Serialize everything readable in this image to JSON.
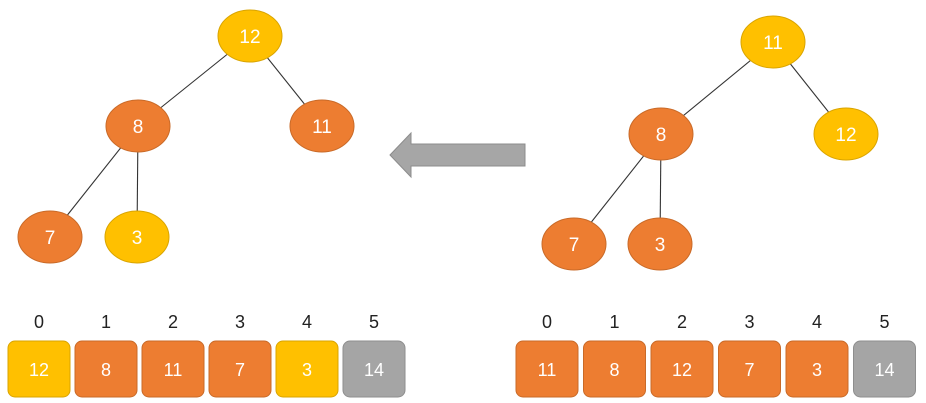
{
  "colors": {
    "orange": "#ED7D31",
    "yellow": "#FFC000",
    "gray": "#A5A5A5",
    "edge": "#333333",
    "arrow": "#A6A6A6"
  },
  "arrow": {
    "direction": "left"
  },
  "diagrams": [
    {
      "side": "left",
      "nodes": [
        {
          "label": "12",
          "color": "yellow"
        },
        {
          "label": "8",
          "color": "orange"
        },
        {
          "label": "11",
          "color": "orange"
        },
        {
          "label": "7",
          "color": "orange"
        },
        {
          "label": "3",
          "color": "yellow"
        }
      ],
      "array": [
        {
          "index": "0",
          "value": "12",
          "color": "yellow"
        },
        {
          "index": "1",
          "value": "8",
          "color": "orange"
        },
        {
          "index": "2",
          "value": "11",
          "color": "orange"
        },
        {
          "index": "3",
          "value": "7",
          "color": "orange"
        },
        {
          "index": "4",
          "value": "3",
          "color": "yellow"
        },
        {
          "index": "5",
          "value": "14",
          "color": "gray"
        }
      ]
    },
    {
      "side": "right",
      "nodes": [
        {
          "label": "11",
          "color": "yellow"
        },
        {
          "label": "8",
          "color": "orange"
        },
        {
          "label": "12",
          "color": "yellow"
        },
        {
          "label": "7",
          "color": "orange"
        },
        {
          "label": "3",
          "color": "orange"
        }
      ],
      "array": [
        {
          "index": "0",
          "value": "11",
          "color": "orange"
        },
        {
          "index": "1",
          "value": "8",
          "color": "orange"
        },
        {
          "index": "2",
          "value": "12",
          "color": "orange"
        },
        {
          "index": "3",
          "value": "7",
          "color": "orange"
        },
        {
          "index": "4",
          "value": "3",
          "color": "orange"
        },
        {
          "index": "5",
          "value": "14",
          "color": "gray"
        }
      ]
    }
  ]
}
